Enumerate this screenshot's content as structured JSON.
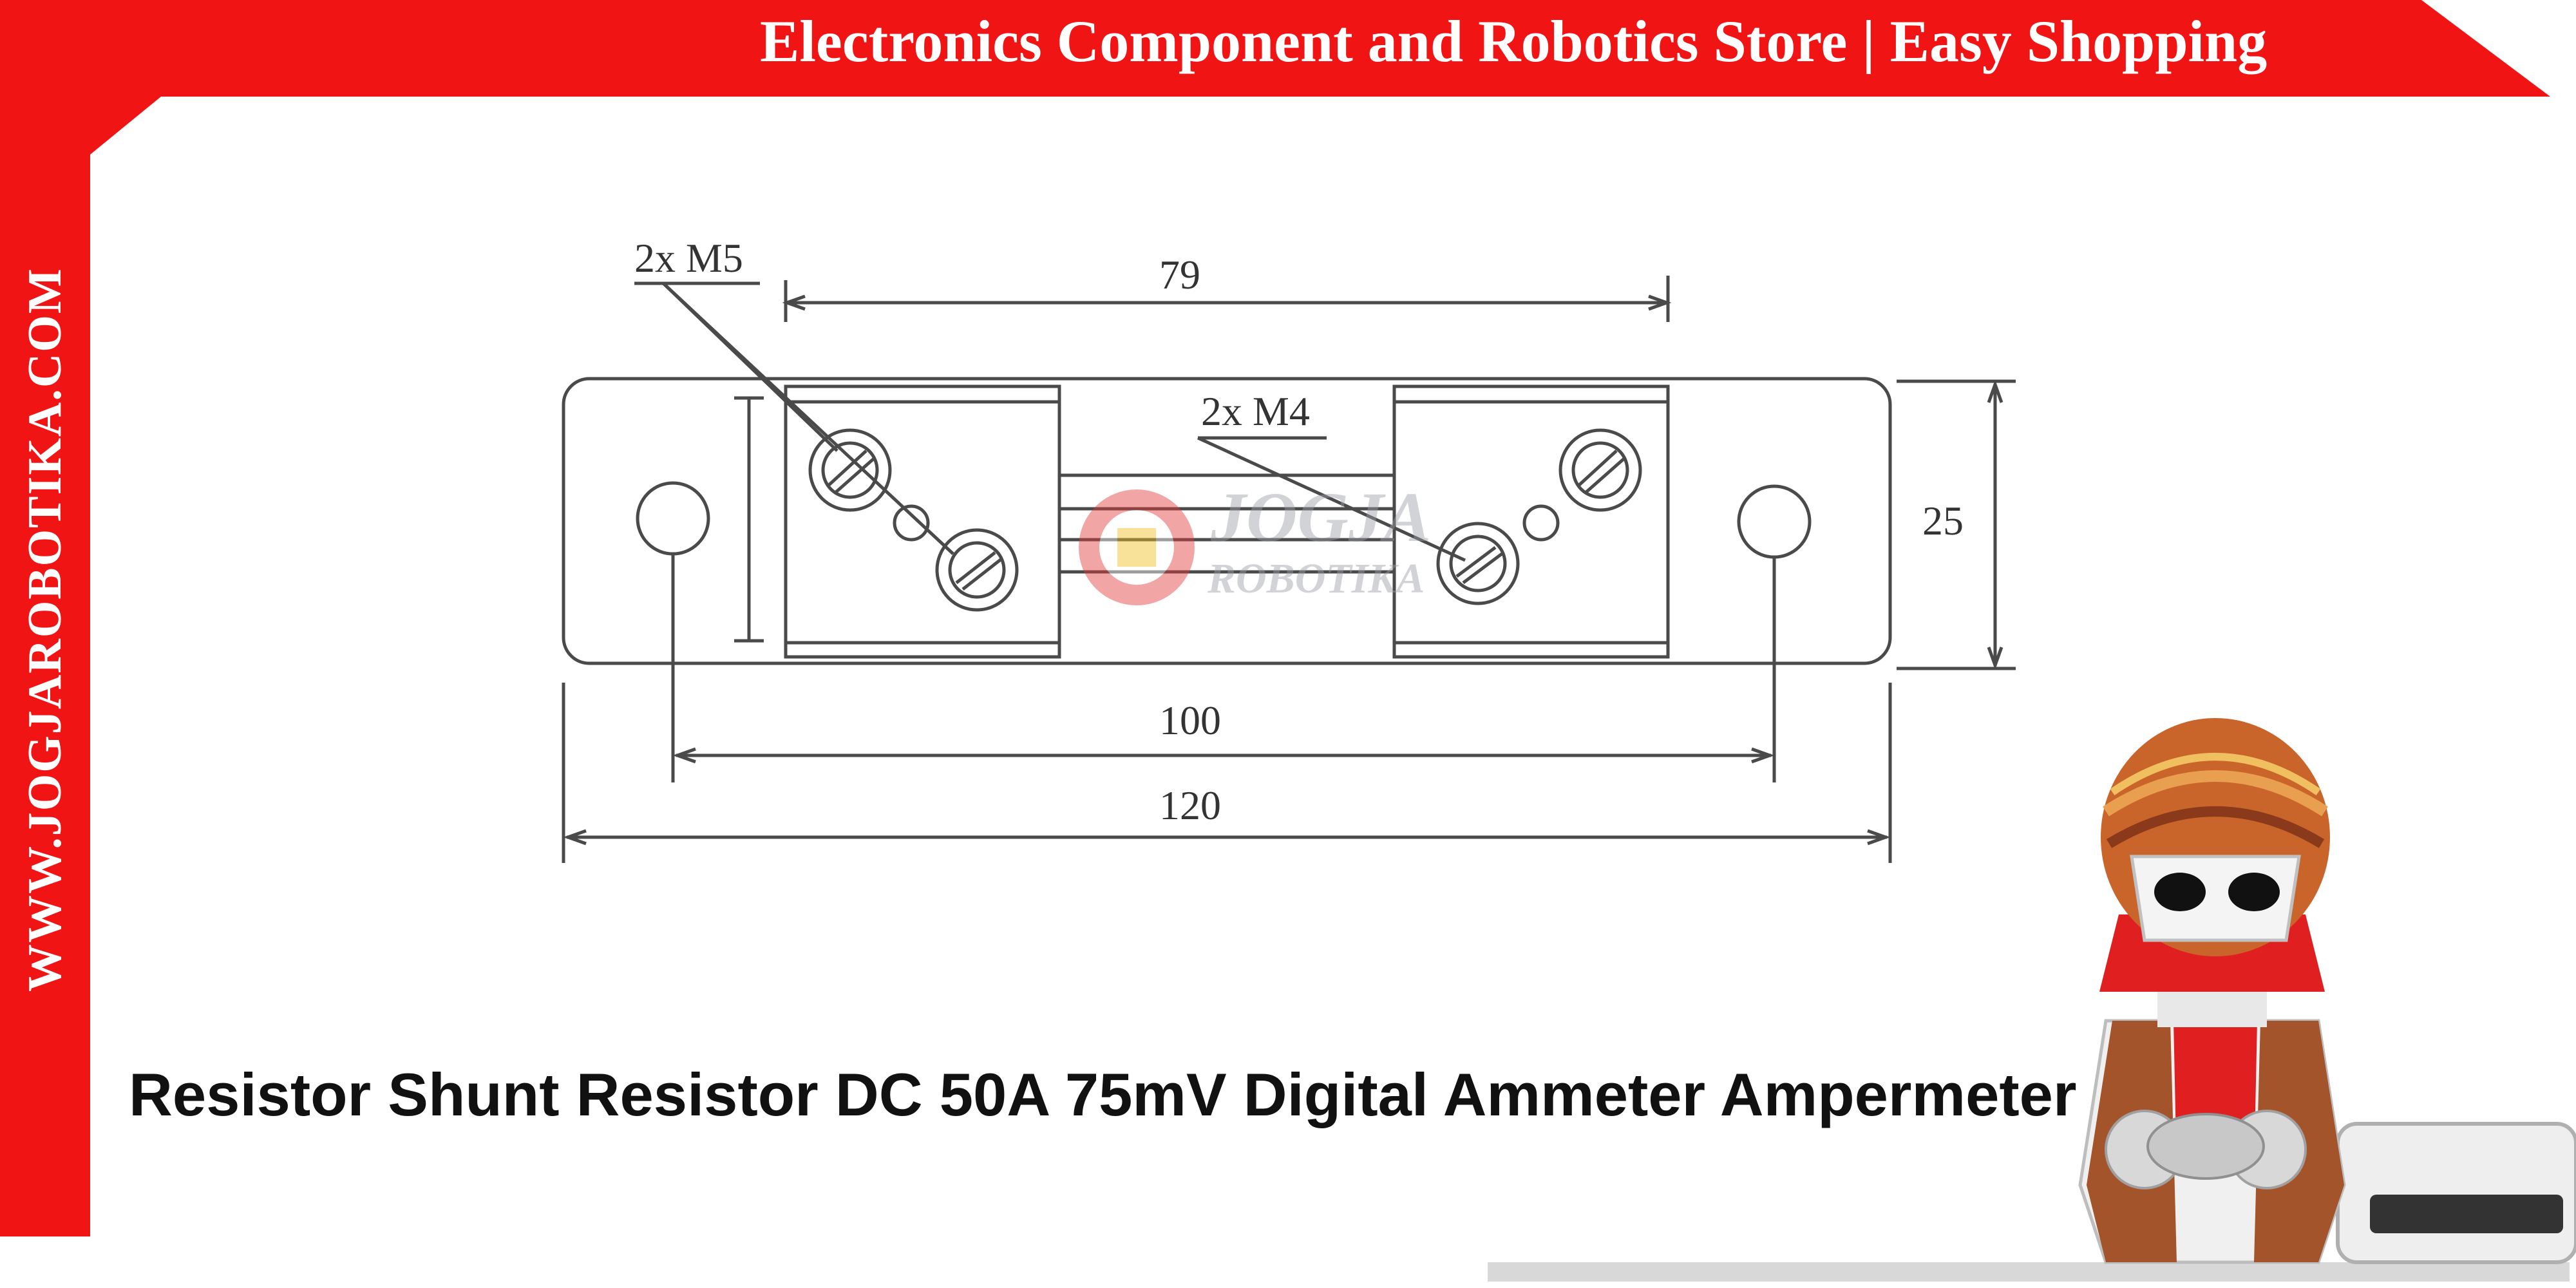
{
  "header": {
    "tagline": "Electronics Component and Robotics Store | Easy Shopping"
  },
  "sidebar": {
    "website": "WWW.JOGJAROBOTIKA.COM"
  },
  "watermark": {
    "line1": "JOGJA",
    "line2": "ROBOTIKA"
  },
  "diagram": {
    "labels": {
      "m5": "2x M5",
      "m4": "2x M4",
      "dim_top": "79",
      "dim_right": "25",
      "dim_mid": "100",
      "dim_bottom": "120"
    }
  },
  "product": {
    "title": "Resistor Shunt Resistor DC 50A 75mV Digital Ammeter Ampermeter"
  },
  "colors": {
    "brand_red": "#f01414",
    "line": "#4a4a4a"
  }
}
